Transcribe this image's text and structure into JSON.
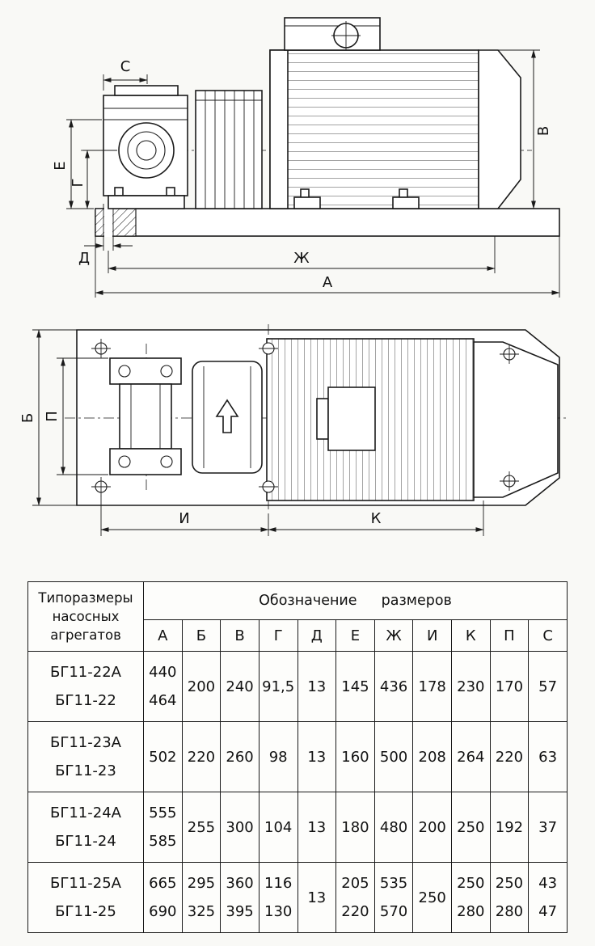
{
  "labels": {
    "a": "А",
    "b": "Б",
    "v": "В",
    "g": "Г",
    "d": "Д",
    "e": "Е",
    "zh": "Ж",
    "i": "И",
    "k": "К",
    "p": "П",
    "s": "С"
  },
  "table": {
    "row_header_lines": [
      "Типоразмеры",
      "насосных",
      "агрегатов"
    ],
    "group_header": "Обозначение размеров",
    "columns": [
      "А",
      "Б",
      "В",
      "Г",
      "Д",
      "Е",
      "Ж",
      "И",
      "К",
      "П",
      "С"
    ],
    "groups": [
      {
        "models": [
          "БГ11-22А",
          "БГ11-22"
        ],
        "values": {
          "A": [
            "440",
            "464"
          ],
          "B": [
            "200"
          ],
          "V": [
            "240"
          ],
          "G": [
            "91,5"
          ],
          "D": [
            "13"
          ],
          "E": [
            "145"
          ],
          "Zh": [
            "436"
          ],
          "I": [
            "178"
          ],
          "K": [
            "230"
          ],
          "P": [
            "170"
          ],
          "S": [
            "57"
          ]
        }
      },
      {
        "models": [
          "БГ11-23А",
          "БГ11-23"
        ],
        "values": {
          "A": [
            "502"
          ],
          "B": [
            "220"
          ],
          "V": [
            "260"
          ],
          "G": [
            "98"
          ],
          "D": [
            "13"
          ],
          "E": [
            "160"
          ],
          "Zh": [
            "500"
          ],
          "I": [
            "208"
          ],
          "K": [
            "264"
          ],
          "P": [
            "220"
          ],
          "S": [
            "63"
          ]
        }
      },
      {
        "models": [
          "БГ11-24А",
          "БГ11-24"
        ],
        "values": {
          "A": [
            "555",
            "585"
          ],
          "B": [
            "255"
          ],
          "V": [
            "300"
          ],
          "G": [
            "104"
          ],
          "D": [
            "13"
          ],
          "E": [
            "180"
          ],
          "Zh": [
            "480"
          ],
          "I": [
            "200"
          ],
          "K": [
            "250"
          ],
          "P": [
            "192"
          ],
          "S": [
            "37"
          ]
        }
      },
      {
        "models": [
          "БГ11-25А",
          "БГ11-25"
        ],
        "values": {
          "A": [
            "665",
            "690"
          ],
          "B": [
            "295",
            "325"
          ],
          "V": [
            "360",
            "395"
          ],
          "G": [
            "116",
            "130"
          ],
          "D": [
            "13"
          ],
          "E": [
            "205",
            "220"
          ],
          "Zh": [
            "535",
            "570"
          ],
          "I": [
            "250"
          ],
          "K": [
            "250",
            "280"
          ],
          "P": [
            "250",
            "280"
          ],
          "S": [
            "43",
            "47"
          ]
        }
      }
    ]
  }
}
